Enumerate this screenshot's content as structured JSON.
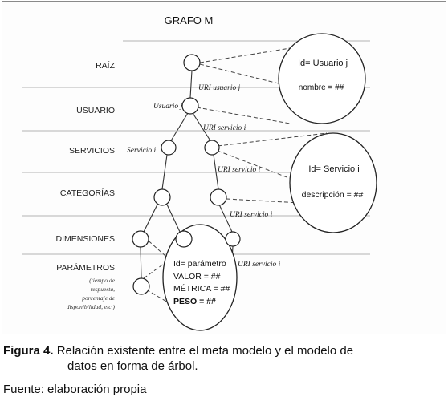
{
  "diagram": {
    "title": "GRAFO M",
    "levels": {
      "raiz": "RAÍZ",
      "usuario": "USUARIO",
      "servicios": "SERVICIOS",
      "categorias": "CATEGORÍAS",
      "dimensiones": "DIMENSIONES",
      "parametros": "PARÁMETROS",
      "parametros_note": [
        "(tiempo de",
        "respuesta,",
        "porcentaje de",
        "disponibilidad, etc.)"
      ]
    },
    "edges": {
      "uri_usuario": "URI usuario j",
      "uri_servicio_1": "URI servicio i",
      "uri_servicio_2": "URI servicio i",
      "uri_servicio_3": "URI servicio i",
      "uri_servicio_4": "URI servicio i"
    },
    "nodes": {
      "usuario": "Usuario j",
      "servicio": "Servicio i"
    },
    "bubbles": {
      "usuario": [
        "Id= Usuario j",
        "nombre = ##"
      ],
      "servicio": [
        "Id= Servicio i",
        "descripción = ##"
      ],
      "parametro": [
        "Id= parámetro",
        "VALOR = ##",
        "MÉTRICA = ##",
        "PESO = ##"
      ]
    }
  },
  "caption": {
    "label": "Figura 4.",
    "text_line1": "Relación existente entre el meta modelo y el modelo de",
    "text_line2": "datos en forma de árbol."
  },
  "source": "Fuente: elaboración propia"
}
